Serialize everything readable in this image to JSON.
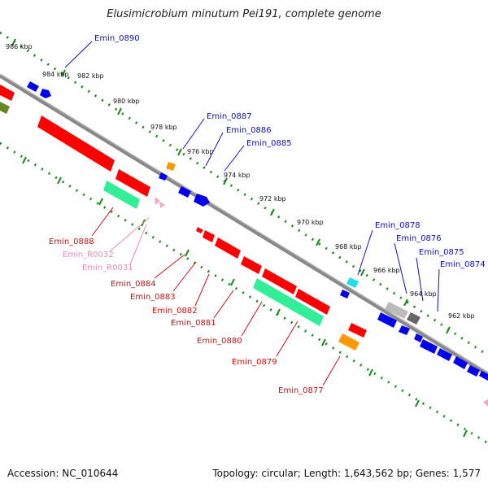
{
  "title": "Elusimicrobium minutum Pei191, complete genome",
  "footer": {
    "accession": "Accession: NC_010644",
    "summary": "Topology: circular; Length: 1,643,562 bp; Genes: 1,577"
  },
  "colors": {
    "backbone": "#808080",
    "scale_dots": "#1a8a1a",
    "blue": "#0000ee",
    "red": "#ff0000",
    "green": "#33ee99",
    "orange": "#ff9900",
    "cyan": "#22ddee",
    "pink": "#f4a6c6",
    "gray": "#aaaaaa",
    "olive": "#668822",
    "label_blue": "#1010b0",
    "label_red": "#cc1010",
    "label_pink": "#e88cb8"
  },
  "scale_labels": [
    "986 kbp",
    "984 kbp",
    "982 kbp",
    "980 kbp",
    "978 kbp",
    "976 kbp",
    "974 kbp",
    "972 kbp",
    "970 kbp",
    "968 kbp",
    "966 kbp",
    "964 kbp",
    "962 kbp"
  ],
  "labels": {
    "emin_0890": "Emin_0890",
    "emin_0887": "Emin_0887",
    "emin_0886": "Emin_0886",
    "emin_0885": "Emin_0885",
    "emin_0878": "Emin_0878",
    "emin_0876": "Emin_0876",
    "emin_0875": "Emin_0875",
    "emin_0874": "Emin_0874",
    "emin_0888": "Emin_0888",
    "emin_r0032": "Emin_R0032",
    "emin_r0031": "Emin_R0031",
    "emin_0884": "Emin_0884",
    "emin_0883": "Emin_0883",
    "emin_0882": "Emin_0882",
    "emin_0881": "Emin_0881",
    "emin_0880": "Emin_0880",
    "emin_0879": "Emin_0879",
    "emin_0877": "Emin_0877"
  }
}
